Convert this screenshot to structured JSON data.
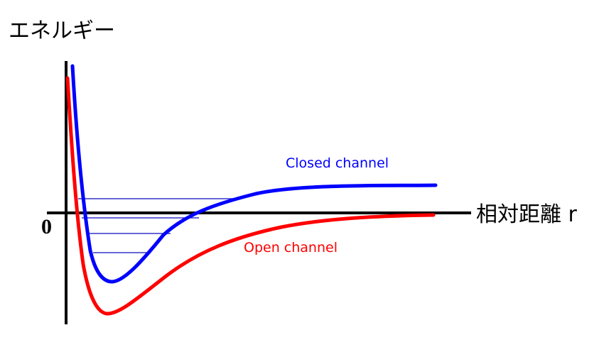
{
  "figure": {
    "title_visible": false,
    "background": "#ffffff",
    "axes": {
      "y_axis_label": "エネルギー",
      "x_axis_label": "相対距離 r",
      "origin_label": "0",
      "axis_color": "#000000",
      "y_axis_x": 93,
      "y_axis_top": 86,
      "y_axis_bottom": 457,
      "x_axis_y": 300,
      "x_axis_left": 66,
      "x_axis_right": 663
    },
    "labels": {
      "closed_channel": "Closed channel",
      "open_channel": "Open channel"
    },
    "colors": {
      "closed_channel": "#0000FF",
      "open_channel": "#FF0000",
      "axis": "#000000",
      "energy_level": "#3333CC"
    }
  },
  "chart_data": {
    "type": "line",
    "title": "",
    "xlabel": "相対距離 r",
    "ylabel": "エネルギー",
    "xlim": [
      93,
      663
    ],
    "ylim": [
      457,
      86
    ],
    "grid": false,
    "legend_position": "inline-annotations",
    "annotations": [
      {
        "text": "Closed channel",
        "color": "#0000FF",
        "x": 402,
        "y": 231
      },
      {
        "text": "Open channel",
        "color": "#FF0000",
        "x": 343,
        "y": 350
      },
      {
        "text": "0",
        "color": "#000000",
        "x": 68,
        "y": 322
      }
    ],
    "series": [
      {
        "name": "Closed channel",
        "color": "#0000FF",
        "width": 5,
        "dissociation_asymptote": 261,
        "well_minimum": {
          "x": 157,
          "y": 396
        },
        "zero_crossing_x": 292,
        "points": [
          [
            102,
            93
          ],
          [
            106,
            150
          ],
          [
            111,
            220
          ],
          [
            116,
            280
          ],
          [
            121,
            320
          ],
          [
            127,
            353
          ],
          [
            134,
            376
          ],
          [
            142,
            390
          ],
          [
            150,
            396
          ],
          [
            158,
            397
          ],
          [
            167,
            393
          ],
          [
            177,
            385
          ],
          [
            188,
            374
          ],
          [
            200,
            361
          ],
          [
            214,
            346
          ],
          [
            230,
            331
          ],
          [
            248,
            317
          ],
          [
            268,
            305
          ],
          [
            288,
            295
          ],
          [
            310,
            286
          ],
          [
            334,
            279
          ],
          [
            360,
            273
          ],
          [
            388,
            269
          ],
          [
            418,
            266
          ],
          [
            450,
            264
          ],
          [
            484,
            263
          ],
          [
            520,
            262
          ],
          [
            558,
            261
          ],
          [
            590,
            261
          ],
          [
            613,
            261
          ]
        ]
      },
      {
        "name": "Open channel",
        "color": "#FF0000",
        "width": 5,
        "dissociation_asymptote": 303,
        "well_minimum": {
          "x": 150,
          "y": 441
        },
        "points": [
          [
            95,
            110
          ],
          [
            99,
            170
          ],
          [
            103,
            235
          ],
          [
            107,
            290
          ],
          [
            112,
            335
          ],
          [
            117,
            372
          ],
          [
            124,
            403
          ],
          [
            132,
            425
          ],
          [
            141,
            438
          ],
          [
            150,
            442
          ],
          [
            160,
            440
          ],
          [
            171,
            434
          ],
          [
            184,
            425
          ],
          [
            199,
            414
          ],
          [
            216,
            401
          ],
          [
            235,
            388
          ],
          [
            256,
            374
          ],
          [
            280,
            360
          ],
          [
            306,
            347
          ],
          [
            334,
            336
          ],
          [
            364,
            327
          ],
          [
            396,
            320
          ],
          [
            430,
            314
          ],
          [
            466,
            310
          ],
          [
            504,
            307
          ],
          [
            542,
            305
          ],
          [
            578,
            304
          ],
          [
            610,
            303
          ]
        ]
      }
    ],
    "energy_levels": [
      {
        "index": 1,
        "y": 280,
        "x_start": 110,
        "x_end": 337,
        "color": "#3333CC"
      },
      {
        "index": 2,
        "y": 307,
        "x_start": 115,
        "x_end": 280,
        "color": "#3333CC"
      },
      {
        "index": 3,
        "y": 329,
        "x_start": 122,
        "x_end": 240,
        "color": "#3333CC"
      },
      {
        "index": 4,
        "y": 356,
        "x_start": 131,
        "x_end": 206,
        "color": "#3333CC"
      }
    ]
  }
}
